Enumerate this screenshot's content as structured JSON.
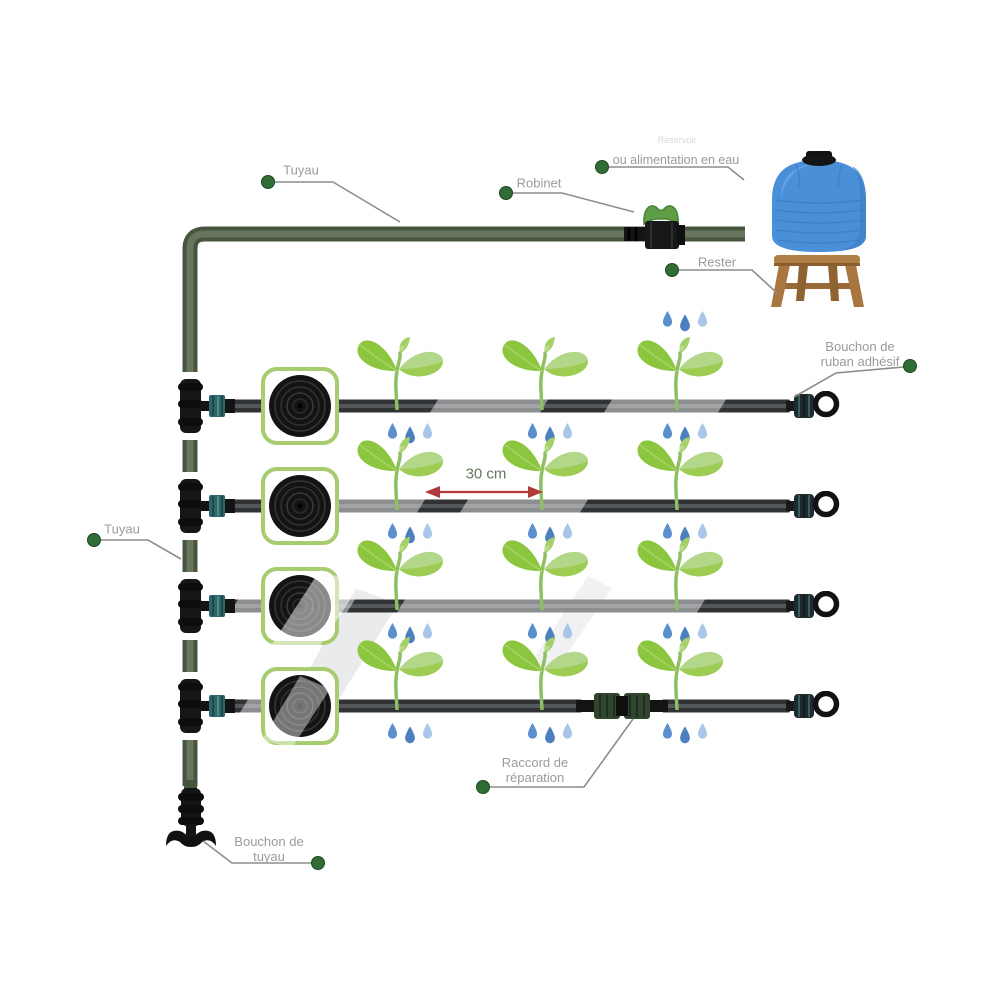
{
  "diagram_title": "Drip irrigation system diagram",
  "labels": {
    "tuyau_top": "Tuyau",
    "reservoir_faint": "Réservoir",
    "water_supply": "ou alimentation en eau",
    "robinet": "Robinet",
    "rester": "Rester",
    "bouchon_ruban_1": "Bouchon de",
    "bouchon_ruban_2": "ruban adhésif",
    "tuyau_left": "Tuyau",
    "spacing": "30 cm",
    "raccord_1": "Raccord de",
    "raccord_2": "réparation",
    "bouchon_tuyau_1": "Bouchon de",
    "bouchon_tuyau_2": "tuyau"
  },
  "grid": {
    "rows": 4,
    "plants_per_row": 3,
    "drop_groups_below_per_row": 3,
    "extra_drop_group_above_row1": true,
    "repair_coupling_on_row": 4
  },
  "colors": {
    "pipe": "#47553f",
    "pipe_highlight": "#66755b",
    "drip_line": "#303234",
    "drip_line_stripe": "#54585c",
    "label_text": "#9b9b9b",
    "leader_line": "#8a8f8a",
    "leader_dot": "#2f6d35",
    "coil_border": "#a8cd70",
    "plant_dark": "#8cc63e",
    "plant_light": "#b3d788",
    "drops": [
      "#5c8fcd",
      "#4c7ec0",
      "#a9c6e8"
    ],
    "tank_blue": "#4a90d9",
    "stool_brown": "#a9763f",
    "valve_handle_green": "#5f9e44",
    "nut_teal": "#2e6568",
    "arrow_red": "#b23a3a"
  },
  "components": {
    "tank": "water-tank",
    "stool": "stool",
    "valve": "tap-valve",
    "tee": "tee-connector",
    "coil": "drip-tape-roll",
    "endcap": "tape-end-cap",
    "coupling": "repair-coupling",
    "pipe_cap": "pipe-end-cap",
    "plant": "seedling",
    "drop": "water-drop"
  }
}
